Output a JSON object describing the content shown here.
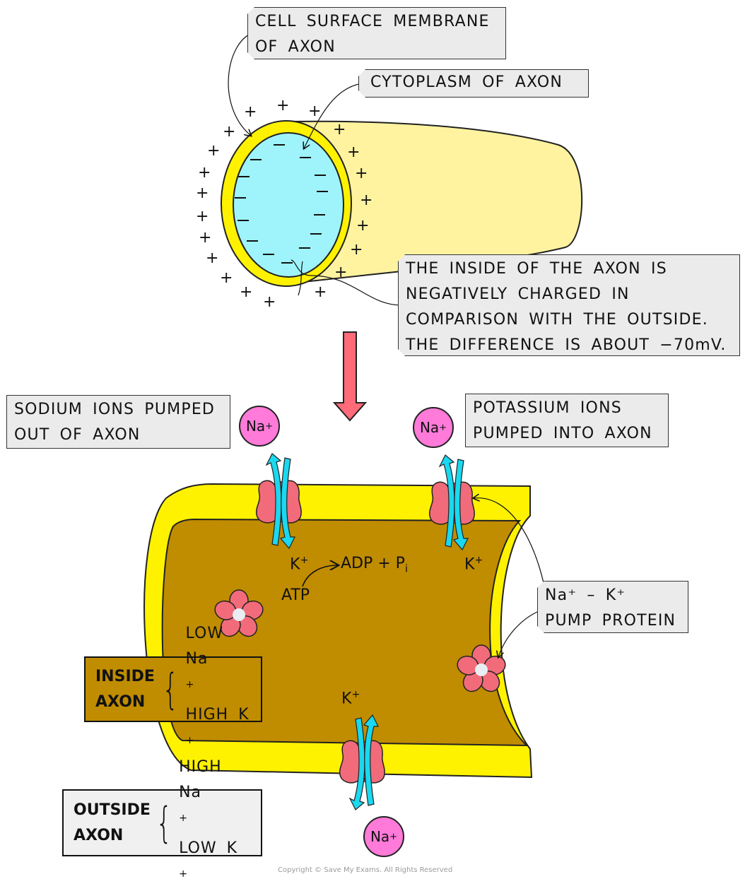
{
  "title": "Resting potential of an axon and the sodium-potassium pump",
  "labels": {
    "cell_surface_membrane": [
      "CELL SURFACE MEMBRANE",
      "OF AXON"
    ],
    "cytoplasm": [
      "CYTOPLASM OF AXON"
    ],
    "inside_negative": [
      "THE INSIDE OF THE AXON IS",
      "NEGATIVELY CHARGED IN",
      "COMPARISON WITH THE OUTSIDE.",
      "THE DIFFERENCE IS ABOUT −70mV."
    ],
    "sodium_out": [
      "SODIUM IONS PUMPED",
      "OUT OF AXON"
    ],
    "potassium_in": [
      "POTASSIUM IONS",
      "PUMPED INTO AXON"
    ],
    "pump_protein": [
      "Na⁺ – K⁺",
      "PUMP PROTEIN"
    ]
  },
  "ions": {
    "sodium": "Na",
    "potassium": "K",
    "charge": "+"
  },
  "reaction": {
    "reactant": "ATP",
    "products": "ADP + P",
    "subscript": "i"
  },
  "inside_axon": {
    "side_line1": "INSIDE",
    "side_line2": "AXON",
    "sodium_level": "LOW Na",
    "potassium_level": "HIGH K",
    "brace": "{"
  },
  "outside_axon": {
    "side_line1": "OUTSIDE",
    "side_line2": "AXON",
    "sodium_level": "HIGH Na",
    "potassium_level": "LOW K",
    "brace": "{"
  },
  "charges": {
    "outside_symbol": "+",
    "inside_symbol": "−"
  },
  "colors": {
    "membrane_yellow": "#fff200",
    "axon_tube_yellow": "#fff3a0",
    "cytoplasm_cyan": "#9ef4fa",
    "axon_interior_brown": "#c08c00",
    "protein_pink": "#f26b7a",
    "ion_magenta": "#ff7ad9",
    "flow_arrow_cyan": "#1ad8ef",
    "process_arrow_red": "#ff6b78",
    "label_gray": "#ebebeb"
  },
  "copyright": "Copyright © Save My Exams. All Rights Reserved"
}
